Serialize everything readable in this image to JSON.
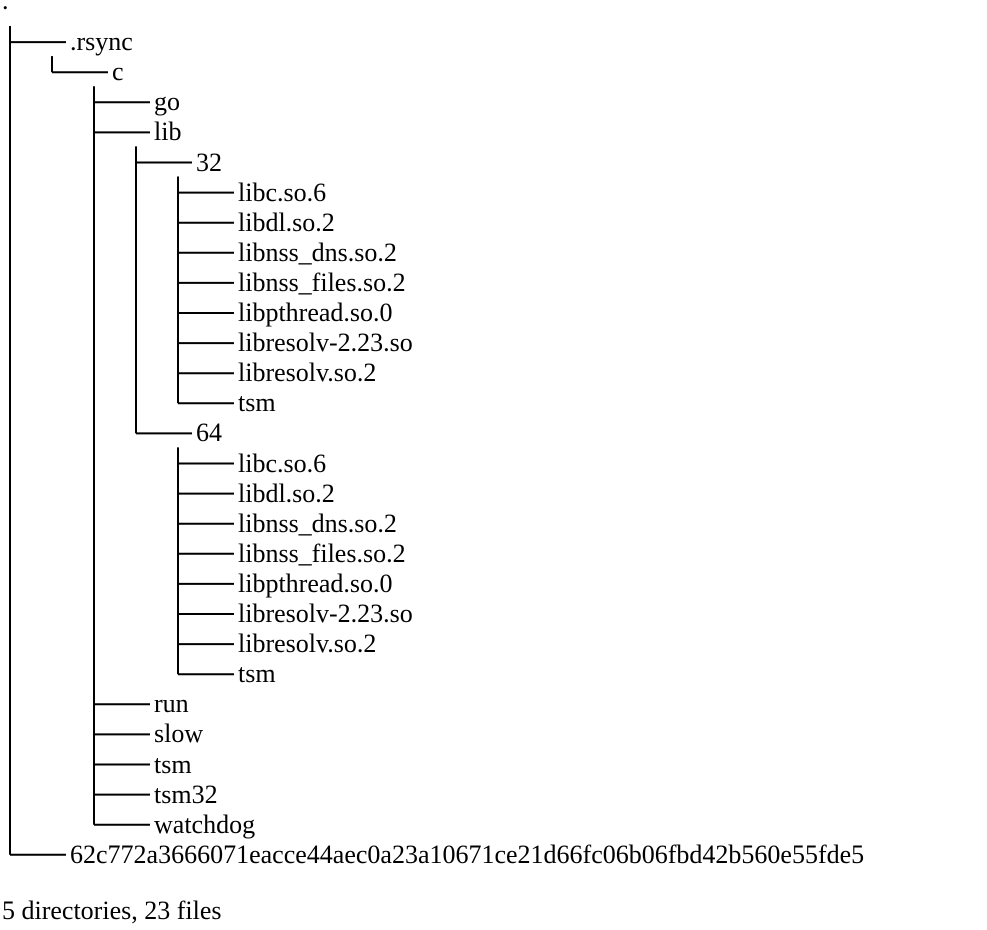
{
  "tree": {
    "root": ".",
    "children": [
      {
        "name": ".rsync",
        "children": [
          {
            "name": "c",
            "children": [
              {
                "name": "go"
              },
              {
                "name": "lib",
                "children": [
                  {
                    "name": "32",
                    "children": [
                      {
                        "name": "libc.so.6"
                      },
                      {
                        "name": "libdl.so.2"
                      },
                      {
                        "name": "libnss_dns.so.2"
                      },
                      {
                        "name": "libnss_files.so.2"
                      },
                      {
                        "name": "libpthread.so.0"
                      },
                      {
                        "name": "libresolv-2.23.so"
                      },
                      {
                        "name": "libresolv.so.2"
                      },
                      {
                        "name": "tsm"
                      }
                    ]
                  },
                  {
                    "name": "64",
                    "children": [
                      {
                        "name": "libc.so.6"
                      },
                      {
                        "name": "libdl.so.2"
                      },
                      {
                        "name": "libnss_dns.so.2"
                      },
                      {
                        "name": "libnss_files.so.2"
                      },
                      {
                        "name": "libpthread.so.0"
                      },
                      {
                        "name": "libresolv-2.23.so"
                      },
                      {
                        "name": "libresolv.so.2"
                      },
                      {
                        "name": "tsm"
                      }
                    ]
                  }
                ]
              },
              {
                "name": "run"
              },
              {
                "name": "slow"
              },
              {
                "name": "tsm"
              },
              {
                "name": "tsm32"
              },
              {
                "name": "watchdog"
              }
            ]
          }
        ]
      },
      {
        "name": "62c772a3666071eacce44aec0a23a10671ce21d66fc06b06fbd42b560e55fde5"
      }
    ]
  },
  "summary": "5 directories, 23 files"
}
